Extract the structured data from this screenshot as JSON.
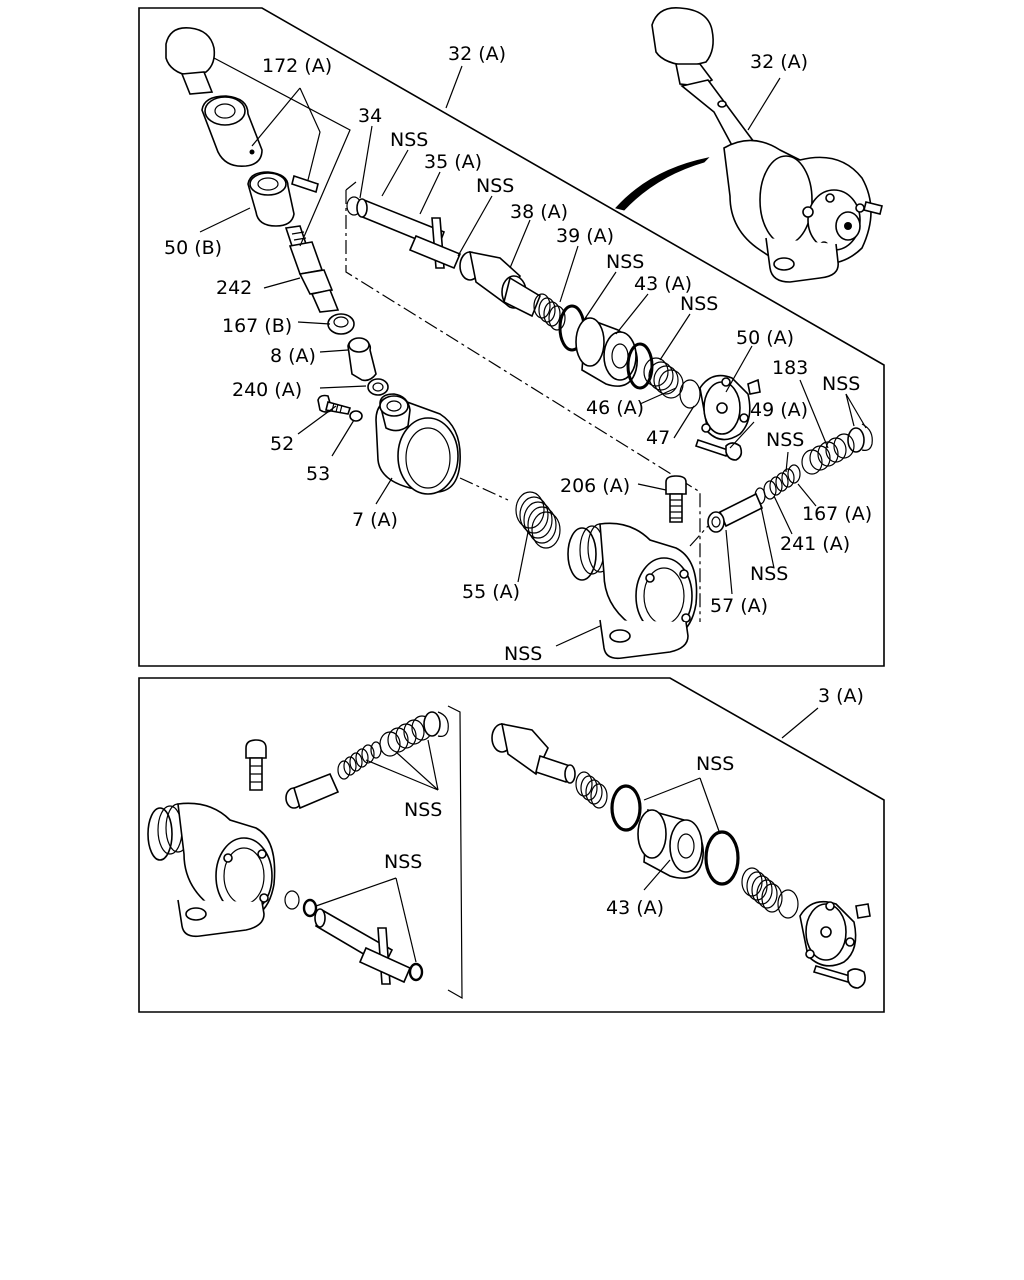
{
  "panel_top": {
    "labels": [
      {
        "id": "l1",
        "text": "172 (A)"
      },
      {
        "id": "l2",
        "text": "32 (A)"
      },
      {
        "id": "l3",
        "text": "32 (A)"
      },
      {
        "id": "l4",
        "text": "34"
      },
      {
        "id": "l5",
        "text": "NSS"
      },
      {
        "id": "l6",
        "text": "35 (A)"
      },
      {
        "id": "l7",
        "text": "NSS"
      },
      {
        "id": "l8",
        "text": "38 (A)"
      },
      {
        "id": "l9",
        "text": "39 (A)"
      },
      {
        "id": "l10",
        "text": "NSS"
      },
      {
        "id": "l11",
        "text": "43 (A)"
      },
      {
        "id": "l12",
        "text": "NSS"
      },
      {
        "id": "l13",
        "text": "50 (B)"
      },
      {
        "id": "l14",
        "text": "242"
      },
      {
        "id": "l15",
        "text": "167 (B)"
      },
      {
        "id": "l16",
        "text": "8 (A)"
      },
      {
        "id": "l17",
        "text": "240 (A)"
      },
      {
        "id": "l18",
        "text": "52"
      },
      {
        "id": "l19",
        "text": "53"
      },
      {
        "id": "l20",
        "text": "7 (A)"
      },
      {
        "id": "l21",
        "text": "50 (A)"
      },
      {
        "id": "l22",
        "text": "183"
      },
      {
        "id": "l23",
        "text": "NSS"
      },
      {
        "id": "l24",
        "text": "46 (A)"
      },
      {
        "id": "l25",
        "text": "49 (A)"
      },
      {
        "id": "l26",
        "text": "47"
      },
      {
        "id": "l27",
        "text": "NSS"
      },
      {
        "id": "l28",
        "text": "206 (A)"
      },
      {
        "id": "l29",
        "text": "167 (A)"
      },
      {
        "id": "l30",
        "text": "241 (A)"
      },
      {
        "id": "l31",
        "text": "NSS"
      },
      {
        "id": "l32",
        "text": "55 (A)"
      },
      {
        "id": "l33",
        "text": "57 (A)"
      },
      {
        "id": "l34",
        "text": "NSS"
      }
    ]
  },
  "panel_bottom": {
    "labels": [
      {
        "id": "b1",
        "text": "3 (A)"
      },
      {
        "id": "b2",
        "text": "NSS"
      },
      {
        "id": "b3",
        "text": "NSS"
      },
      {
        "id": "b4",
        "text": "NSS"
      },
      {
        "id": "b5",
        "text": "43 (A)"
      }
    ]
  }
}
